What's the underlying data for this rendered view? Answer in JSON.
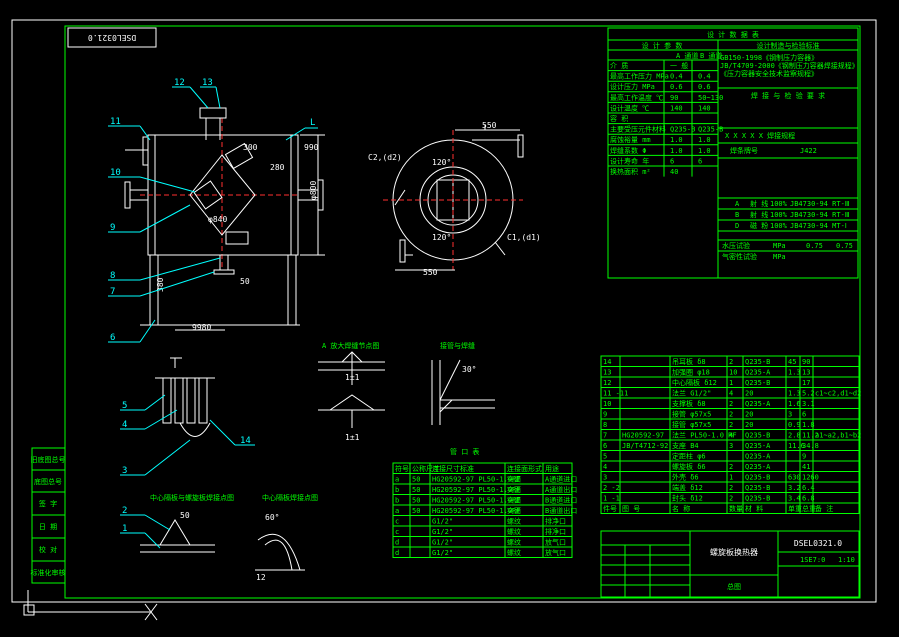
{
  "title_block": {
    "drawing_number": "DSEL0321.0",
    "drawing_number_rotated": "DSEL0321.0",
    "product_name": "螺旋板换热器",
    "assembly_label": "总图",
    "scale_label": "1:10",
    "scale_no": "1SE7:0"
  },
  "left_strip": {
    "labels": [
      "旧底图总号",
      "底图总号",
      "签 字",
      "日 期",
      "校 对",
      "标准化审核"
    ]
  },
  "design_data": {
    "title": "设 计 数 据 表",
    "subheader_left": "设 计 参 数",
    "subheader_right": "设计制造与检验标准",
    "col_a": "A 通道",
    "col_b": "B 通道",
    "std_lines": [
      "GB150-1998《钢制压力容器》",
      "JB/T4709-2000《钢制压力容器焊接规程》",
      "《压力容器安全技术监察规程》"
    ],
    "rows": [
      {
        "label": "介 质",
        "a": "一 般",
        "b": ""
      },
      {
        "label": "最高工作压力 MPa",
        "a": "0.4",
        "b": "0.4"
      },
      {
        "label": "设计压力 MPa",
        "a": "0.6",
        "b": "0.6"
      },
      {
        "label": "最高工作温度 ℃",
        "a": "90",
        "b": "50~130"
      },
      {
        "label": "设计温度 ℃",
        "a": "140",
        "b": "140"
      },
      {
        "label": "容 积",
        "a": "",
        "b": ""
      },
      {
        "label": "主要受压元件材料",
        "a": "Q235-B",
        "b": "Q235-B"
      },
      {
        "label": "腐蚀裕量 mm",
        "a": "1.0",
        "b": "1.0"
      },
      {
        "label": "焊缝系数 Φ",
        "a": "1.0",
        "b": "1.0"
      },
      {
        "label": "设计寿命 年",
        "a": "6",
        "b": "6"
      },
      {
        "label": "换热面积 m²",
        "a": "40",
        "b": ""
      }
    ],
    "right_section_title": "焊 接 与 检 验 要 求",
    "weld_header": "X X X X X 焊接规程",
    "weld_std_label": "焊条牌号",
    "weld_std_value": "J422",
    "ndt_rows": [
      {
        "cat": "A",
        "method": "射 线",
        "ratio": "100%",
        "std": "JB4730-94 RT-Ⅲ"
      },
      {
        "cat": "B",
        "method": "射 线",
        "ratio": "100%",
        "std": "JB4730-94 RT-Ⅲ"
      },
      {
        "cat": "D",
        "method": "磁 粉",
        "ratio": "100%",
        "std": "JB4730-94 MT-Ⅰ"
      }
    ],
    "test_rows": [
      {
        "label": "水压试验",
        "unit": "MPa",
        "a": "0.75",
        "b": "0.75"
      },
      {
        "label": "气密性试验",
        "unit": "MPa",
        "a": "",
        "b": ""
      }
    ]
  },
  "bom": {
    "headers": [
      "件号",
      "图 号",
      "名 称",
      "数量",
      "材 料",
      "单重",
      "总重",
      "备 注"
    ],
    "rows": [
      {
        "no": "14",
        "dwg": "",
        "name": "吊耳板 δ8",
        "qty": "2",
        "mat": "Q235-B",
        "w1": "45",
        "w2": "90",
        "note": ""
      },
      {
        "no": "13",
        "dwg": "",
        "name": "加强圈 φ18",
        "qty": "10",
        "mat": "Q235-A",
        "w1": "1.3",
        "w2": "13",
        "note": ""
      },
      {
        "no": "12",
        "dwg": "",
        "name": "中心隔板 δ12",
        "qty": "1",
        "mat": "Q235-B",
        "w1": "",
        "w2": "17",
        "note": ""
      },
      {
        "no": "11 -11",
        "dwg": "",
        "name": "法兰 G1/2\"",
        "qty": "4",
        "mat": "20",
        "w1": "1.3",
        "w2": "5.2",
        "note": "c1~c2,d1~d2"
      },
      {
        "no": "10",
        "dwg": "",
        "name": "支撑板 δ8",
        "qty": "2",
        "mat": "Q235-A",
        "w1": "1.6",
        "w2": "3.1",
        "note": ""
      },
      {
        "no": "9",
        "dwg": "",
        "name": "接管 φ57x5",
        "qty": "2",
        "mat": "20",
        "w1": "3",
        "w2": "6",
        "note": ""
      },
      {
        "no": "8",
        "dwg": "",
        "name": "接管 φ57x5",
        "qty": "2",
        "mat": "20",
        "w1": "0.9",
        "w2": "1.8",
        "note": ""
      },
      {
        "no": "7",
        "dwg": "HG20592-97",
        "name": "法兰 PL50-1.0 RF",
        "qty": "4",
        "mat": "Q235-B",
        "w1": "2.8",
        "w2": "11.2",
        "note": "a1~a2,b1~b2"
      },
      {
        "no": "6",
        "dwg": "JB/T4712-92",
        "name": "支座 B4",
        "qty": "3",
        "mat": "Q235-A",
        "w1": "11.6",
        "w2": "34.8",
        "note": ""
      },
      {
        "no": "5",
        "dwg": "",
        "name": "定距柱 φ6",
        "qty": "",
        "mat": "Q235-A",
        "w1": "",
        "w2": "9",
        "note": ""
      },
      {
        "no": "4",
        "dwg": "",
        "name": "螺旋板 δ6",
        "qty": "2",
        "mat": "Q235-A",
        "w1": "",
        "w2": "41",
        "note": ""
      },
      {
        "no": "3",
        "dwg": "",
        "name": "外壳 δ6",
        "qty": "1",
        "mat": "Q235-B",
        "w1": "630",
        "w2": "1260",
        "note": ""
      },
      {
        "no": "2 -2",
        "dwg": "",
        "name": "端盖 δ12",
        "qty": "2",
        "mat": "Q235-B",
        "w1": "3.2",
        "w2": "6.4",
        "note": ""
      },
      {
        "no": "1 -1",
        "dwg": "",
        "name": "封头 δ12",
        "qty": "2",
        "mat": "Q235-B",
        "w1": "3.4",
        "w2": "6.8",
        "note": ""
      }
    ]
  },
  "nozzle_table": {
    "title": "管 口 表",
    "headers": [
      "符号",
      "公称尺寸",
      "连接尺寸标准",
      "连接面形式",
      "用途"
    ],
    "rows": [
      {
        "sym": "a",
        "dn": "50",
        "std": "HG20592-97 PL50-1.0RF",
        "face": "突面",
        "use": "A通道进口"
      },
      {
        "sym": "b",
        "dn": "50",
        "std": "HG20592-97 PL50-1.0RF",
        "face": "突面",
        "use": "A通道出口"
      },
      {
        "sym": "b",
        "dn": "50",
        "std": "HG20592-97 PL50-1.0RF",
        "face": "突面",
        "use": "B通道进口"
      },
      {
        "sym": "a",
        "dn": "50",
        "std": "HG20592-97 PL50-1.0RF",
        "face": "突面",
        "use": "B通道出口"
      },
      {
        "sym": "c",
        "dn": "",
        "std": "G1/2\"",
        "face": "螺纹",
        "use": "排净口"
      },
      {
        "sym": "c",
        "dn": "",
        "std": "G1/2\"",
        "face": "螺纹",
        "use": "排净口"
      },
      {
        "sym": "d",
        "dn": "",
        "std": "G1/2\"",
        "face": "螺纹",
        "use": "放气口"
      },
      {
        "sym": "d",
        "dn": "",
        "std": "G1/2\"",
        "face": "螺纹",
        "use": "放气口"
      }
    ]
  },
  "views": {
    "front_dims": {
      "d1": "φ840",
      "d2": "φ800",
      "h1": "990",
      "h2": "380",
      "h3": "300",
      "w1": "50",
      "len": "9980",
      "a1": "280"
    },
    "side_dims": {
      "w_top": "550",
      "w_bot": "550",
      "ang1": "120°",
      "ang2": "120°",
      "c_label": "C2,(d2)",
      "c1_label": "C1,(d1)"
    },
    "callouts": [
      "1",
      "2",
      "3",
      "4",
      "5",
      "6",
      "7",
      "8",
      "9",
      "10",
      "11",
      "12",
      "13",
      "14"
    ],
    "callout_l": "L",
    "detail_a_title": "A 放大焊缝节点图",
    "detail_b_title": "接管与焊缝",
    "detail_c_title": "中心隔板与螺旋板焊接点图",
    "detail_d_title": "中心隔板焊接点图",
    "dim_snippets": [
      "1±1",
      "1±1",
      "30°",
      "60°",
      "12",
      "50",
      "50",
      "50"
    ]
  }
}
